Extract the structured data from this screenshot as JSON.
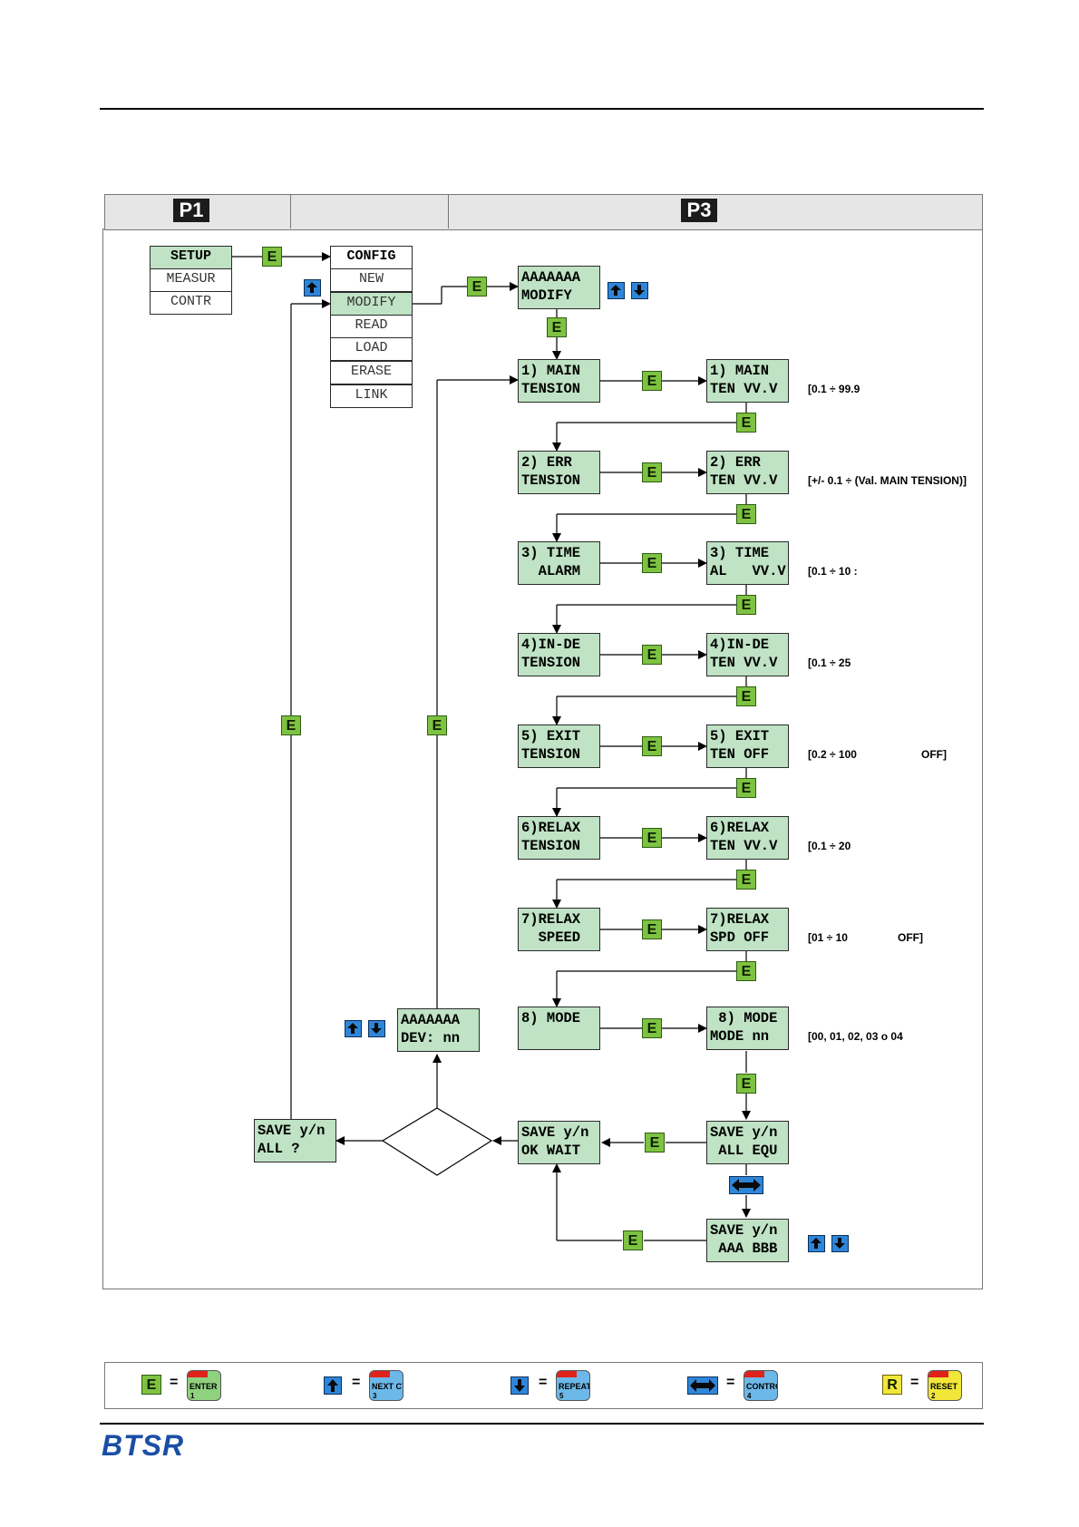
{
  "header_tabs": {
    "left": "P1",
    "right": "P3"
  },
  "main_menu": [
    "SETUP",
    "MEASUR",
    "CONTR"
  ],
  "config_menu": [
    "CONFIG",
    "NEW",
    "MODIFY",
    "READ",
    "LOAD",
    "ERASE",
    "LINK"
  ],
  "key_e": "E",
  "modify_box": [
    "AAAAAAA",
    "MODIFY"
  ],
  "steps": [
    {
      "left": [
        "1) MAIN",
        "TENSION"
      ],
      "right": [
        "1) MAIN",
        "TEN VV.V"
      ],
      "range": "[0.1 ÷ 99.9"
    },
    {
      "left": [
        "2) ERR",
        "TENSION"
      ],
      "right": [
        "2) ERR",
        "TEN VV.V"
      ],
      "range": "[+/- 0.1 ÷ (Val. MAIN TENSION)]"
    },
    {
      "left": [
        "3) TIME",
        "  ALARM"
      ],
      "right": [
        "3) TIME",
        "AL   VV.V"
      ],
      "range": "[0.1 ÷ 10 :"
    },
    {
      "left": [
        "4)IN-DE",
        "TENSION"
      ],
      "right": [
        "4)IN-DE",
        "TEN VV.V"
      ],
      "range": "[0.1 ÷ 25"
    },
    {
      "left": [
        "5) EXIT",
        "TENSION"
      ],
      "right": [
        "5) EXIT",
        "TEN OFF"
      ],
      "range": "[0.2 ÷ 100",
      "range_extra": "OFF]"
    },
    {
      "left": [
        "6)RELAX",
        "TENSION"
      ],
      "right": [
        "6)RELAX",
        "TEN VV.V"
      ],
      "range": "[0.1 ÷ 20"
    },
    {
      "left": [
        "7)RELAX",
        "  SPEED"
      ],
      "right": [
        "7)RELAX",
        "SPD OFF"
      ],
      "range": "[01 ÷ 10",
      "range_extra": "OFF]"
    },
    {
      "left": [
        "8) MODE",
        ""
      ],
      "right": [
        " 8) MODE",
        "MODE nn"
      ],
      "range": "[00, 01, 02, 03 o 04"
    }
  ],
  "save_all_equ": [
    "SAVE y/n",
    " ALL EQU"
  ],
  "save_aaa_bbb": [
    "SAVE y/n",
    " AAA BBB"
  ],
  "save_ok_wait": [
    "SAVE y/n",
    "OK WAIT"
  ],
  "save_all": [
    "SAVE y/n",
    "ALL ?"
  ],
  "dev_box": [
    "AAAAAAA",
    "DEV: nn"
  ],
  "legend": [
    {
      "icon": "E",
      "key": "ENTER",
      "num": "1",
      "color": "#8fd17e"
    },
    {
      "icon": "up-arrow",
      "key": "NEXT CY.",
      "num": "3",
      "color": "#6cb8e8"
    },
    {
      "icon": "down-arrow",
      "key": "REPEAT",
      "num": "5",
      "color": "#6cb8e8"
    },
    {
      "icon": "left-right-arrow",
      "key": "CONTROL",
      "num": "4",
      "color": "#6cb8e8"
    },
    {
      "icon": "R",
      "key": "RESET",
      "num": "2",
      "color": "#f1e63a"
    }
  ],
  "legend_equals": "=",
  "logo_text": "BTSR",
  "colors": {
    "lcd": "#bfe3c4",
    "e_key": "#7ec242",
    "arrow_key": "#2f86d9",
    "header_bg": "#e6e6e6"
  }
}
